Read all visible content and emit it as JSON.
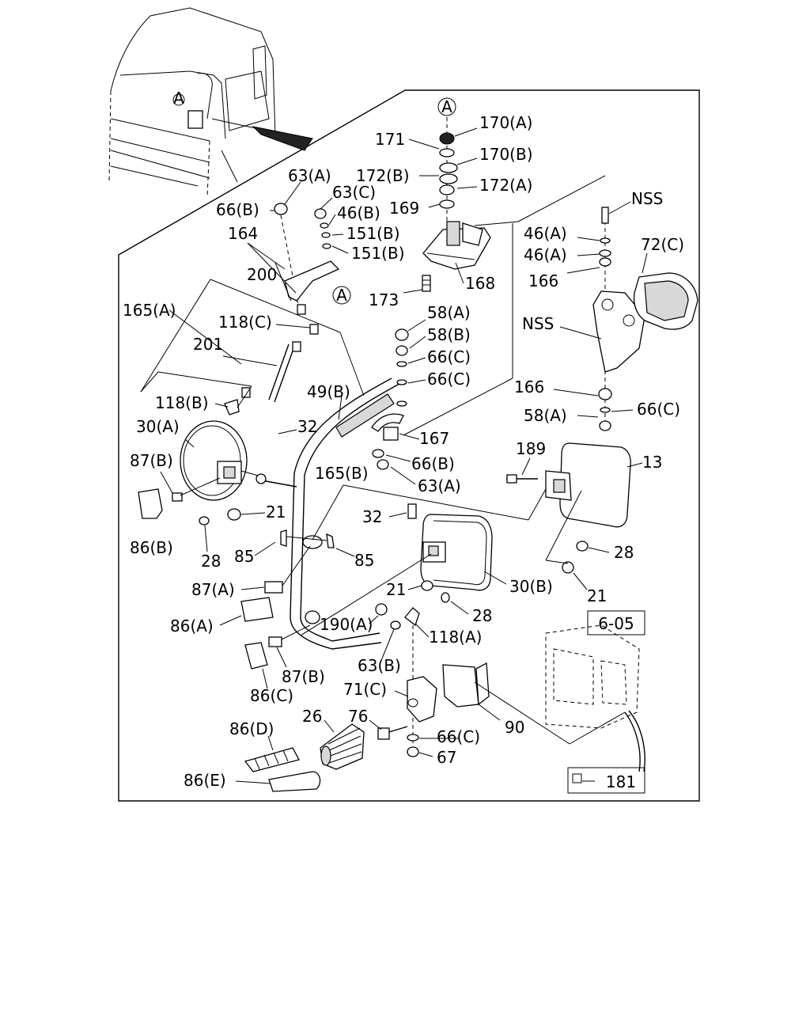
{
  "labels": {
    "l_170A": "170(A)",
    "l_171": "171",
    "l_170B": "170(B)",
    "l_172B": "172(B)",
    "l_172A": "172(A)",
    "l_169": "169",
    "l_63A_top": "63(A)",
    "l_63C": "63(C)",
    "l_66B_top": "66(B)",
    "l_46B": "46(B)",
    "l_151B_1": "151(B)",
    "l_151B_2": "151(B)",
    "l_164": "164",
    "l_200": "200",
    "l_118C": "118(C)",
    "l_165A": "165(A)",
    "l_201": "201",
    "l_118B": "118(B)",
    "l_173": "173",
    "l_168": "168",
    "l_NSS_top": "NSS",
    "l_46A_1": "46(A)",
    "l_46A_2": "46(A)",
    "l_72C": "72(C)",
    "l_166_1": "166",
    "l_NSS_mid": "NSS",
    "l_166_2": "166",
    "l_58A_r": "58(A)",
    "l_66C_r": "66(C)",
    "l_58A_c": "58(A)",
    "l_58B": "58(B)",
    "l_66C_c1": "66(C)",
    "l_66C_c2": "66(C)",
    "l_49B": "49(B)",
    "l_167": "167",
    "l_66B_c": "66(B)",
    "l_63A_c": "63(A)",
    "l_165B": "165(B)",
    "l_32_a": "32",
    "l_30A": "30(A)",
    "l_87B_l": "87(B)",
    "l_86B": "86(B)",
    "l_21_l": "21",
    "l_28_l": "28",
    "l_189": "189",
    "l_13": "13",
    "l_28_r": "28",
    "l_21_r": "21",
    "l_32_b": "32",
    "l_85_a": "85",
    "l_85_b": "85",
    "l_87A": "87(A)",
    "l_21_m": "21",
    "l_30B": "30(B)",
    "l_28_m": "28",
    "l_86A": "86(A)",
    "l_190A": "190(A)",
    "l_118A": "118(A)",
    "l_63B": "63(B)",
    "l_87B_b": "87(B)",
    "l_86C": "86(C)",
    "l_71C": "71(C)",
    "l_90": "90",
    "l_26": "26",
    "l_76": "76",
    "l_86D": "86(D)",
    "l_66C_b": "66(C)",
    "l_67": "67",
    "l_86E": "86(E)",
    "ref_605": "6-05",
    "ref_181": "181",
    "circle_A_top": "A",
    "circle_A_mid": "A",
    "circle_A_cab": "A"
  }
}
